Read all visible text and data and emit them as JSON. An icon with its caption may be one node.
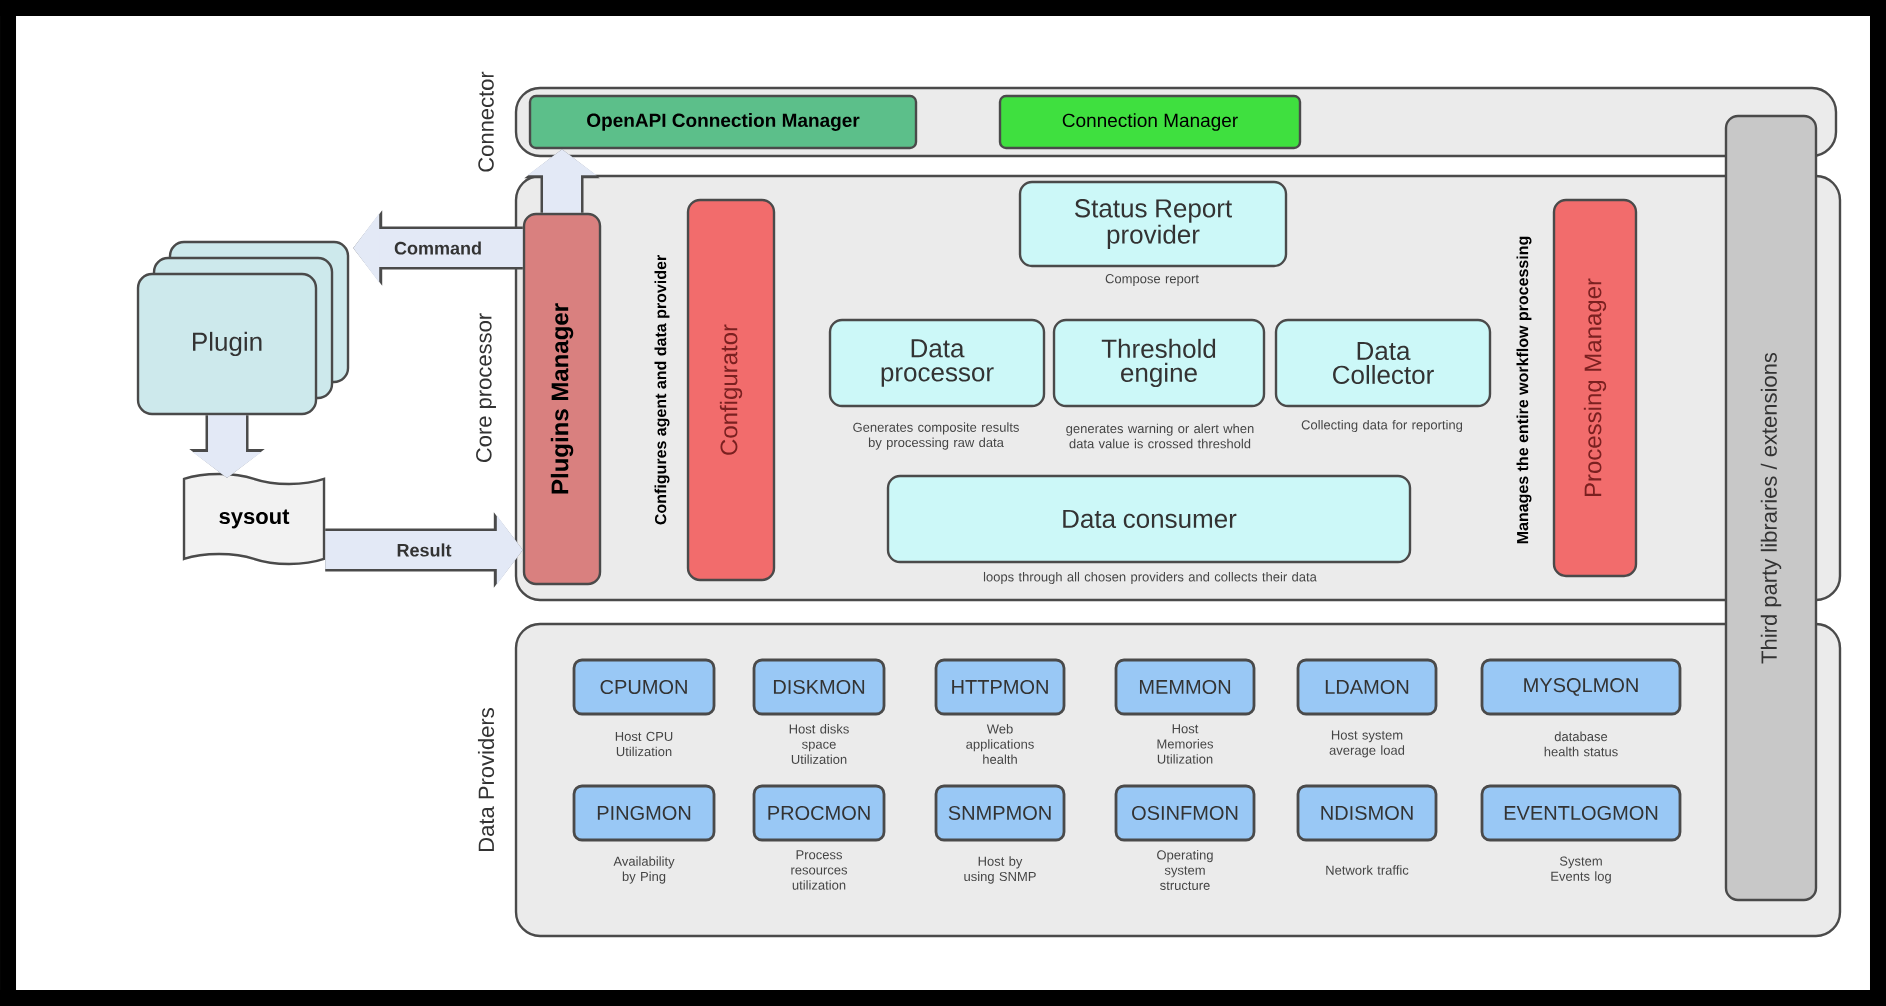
{
  "diagram": {
    "nodes": [
      {
        "text": [
          "Connector"
        ]
      },
      {
        "text": [
          "OpenAPI Connection Manager"
        ],
        "in": 0
      },
      {
        "text": [
          "Connection Manager"
        ],
        "in": 0
      },
      {
        "text": [
          "Core processor"
        ]
      },
      {
        "text": [
          "Plugins Manager"
        ],
        "in": 3
      },
      {
        "text": [
          "Configurator"
        ],
        "in": 3,
        "beside": [
          "Configures agent and data provider"
        ]
      },
      {
        "text": [
          "Status Report provider"
        ],
        "in": 3,
        "beside": [
          "Compose report"
        ]
      },
      {
        "text": [
          "Data processor"
        ],
        "in": 3,
        "beside": [
          "Generates composite results by processing raw data"
        ]
      },
      {
        "text": [
          "Threshold engine"
        ],
        "in": 3,
        "beside": [
          "generates warning or alert when data value is crossed threshold"
        ]
      },
      {
        "text": [
          "Data Collector"
        ],
        "in": 3,
        "beside": [
          "Collecting data for reporting"
        ]
      },
      {
        "text": [
          "Data consumer"
        ],
        "in": 3,
        "beside": [
          "loops through all chosen providers and collects their data"
        ]
      },
      {
        "text": [
          "Processing Manager"
        ],
        "in": 3,
        "beside": [
          "Manages the entire workflow processing"
        ]
      },
      {
        "text": [
          "Data Providers"
        ]
      },
      {
        "text": [
          "CPUMON"
        ],
        "in": 12,
        "beside": [
          "Host CPU Utilization"
        ]
      },
      {
        "text": [
          "DISKMON"
        ],
        "in": 12,
        "beside": [
          "Host disks space Utilization"
        ]
      },
      {
        "text": [
          "HTTPMON"
        ],
        "in": 12,
        "beside": [
          "Web applications health"
        ]
      },
      {
        "text": [
          "MEMMON"
        ],
        "in": 12,
        "beside": [
          "Host Memories Utilization"
        ]
      },
      {
        "text": [
          "LDAMON"
        ],
        "in": 12,
        "beside": [
          "Host system average load"
        ]
      },
      {
        "text": [
          "MYSQLMON"
        ],
        "in": 12,
        "beside": [
          "database health status"
        ]
      },
      {
        "text": [
          "PINGMON"
        ],
        "in": 12,
        "beside": [
          "Availability by Ping"
        ]
      },
      {
        "text": [
          "PROCMON"
        ],
        "in": 12,
        "beside": [
          "Process resources utilization"
        ]
      },
      {
        "text": [
          "SNMPMON"
        ],
        "in": 12,
        "beside": [
          "Host by using SNMP"
        ]
      },
      {
        "text": [
          "OSINFMON"
        ],
        "in": 12,
        "beside": [
          "Operating system structure"
        ]
      },
      {
        "text": [
          "NDISMON"
        ],
        "in": 12,
        "beside": [
          "Network traffic"
        ]
      },
      {
        "text": [
          "EVENTLOGMON"
        ],
        "in": 12,
        "beside": [
          "System Events log"
        ]
      },
      {
        "text": [
          "Third party libraries / extensions"
        ]
      },
      {
        "text": [
          "Plugin"
        ]
      },
      {
        "text": [
          "sysout"
        ]
      }
    ],
    "edges": [
      {
        "from": 4,
        "to": 1,
        "arrow": "to"
      },
      {
        "from": 4,
        "to": 26,
        "arrow": "to",
        "label": "Command"
      },
      {
        "from": 26,
        "to": 27,
        "arrow": "to"
      },
      {
        "from": 27,
        "to": 4,
        "arrow": "to",
        "label": "Result"
      }
    ]
  }
}
